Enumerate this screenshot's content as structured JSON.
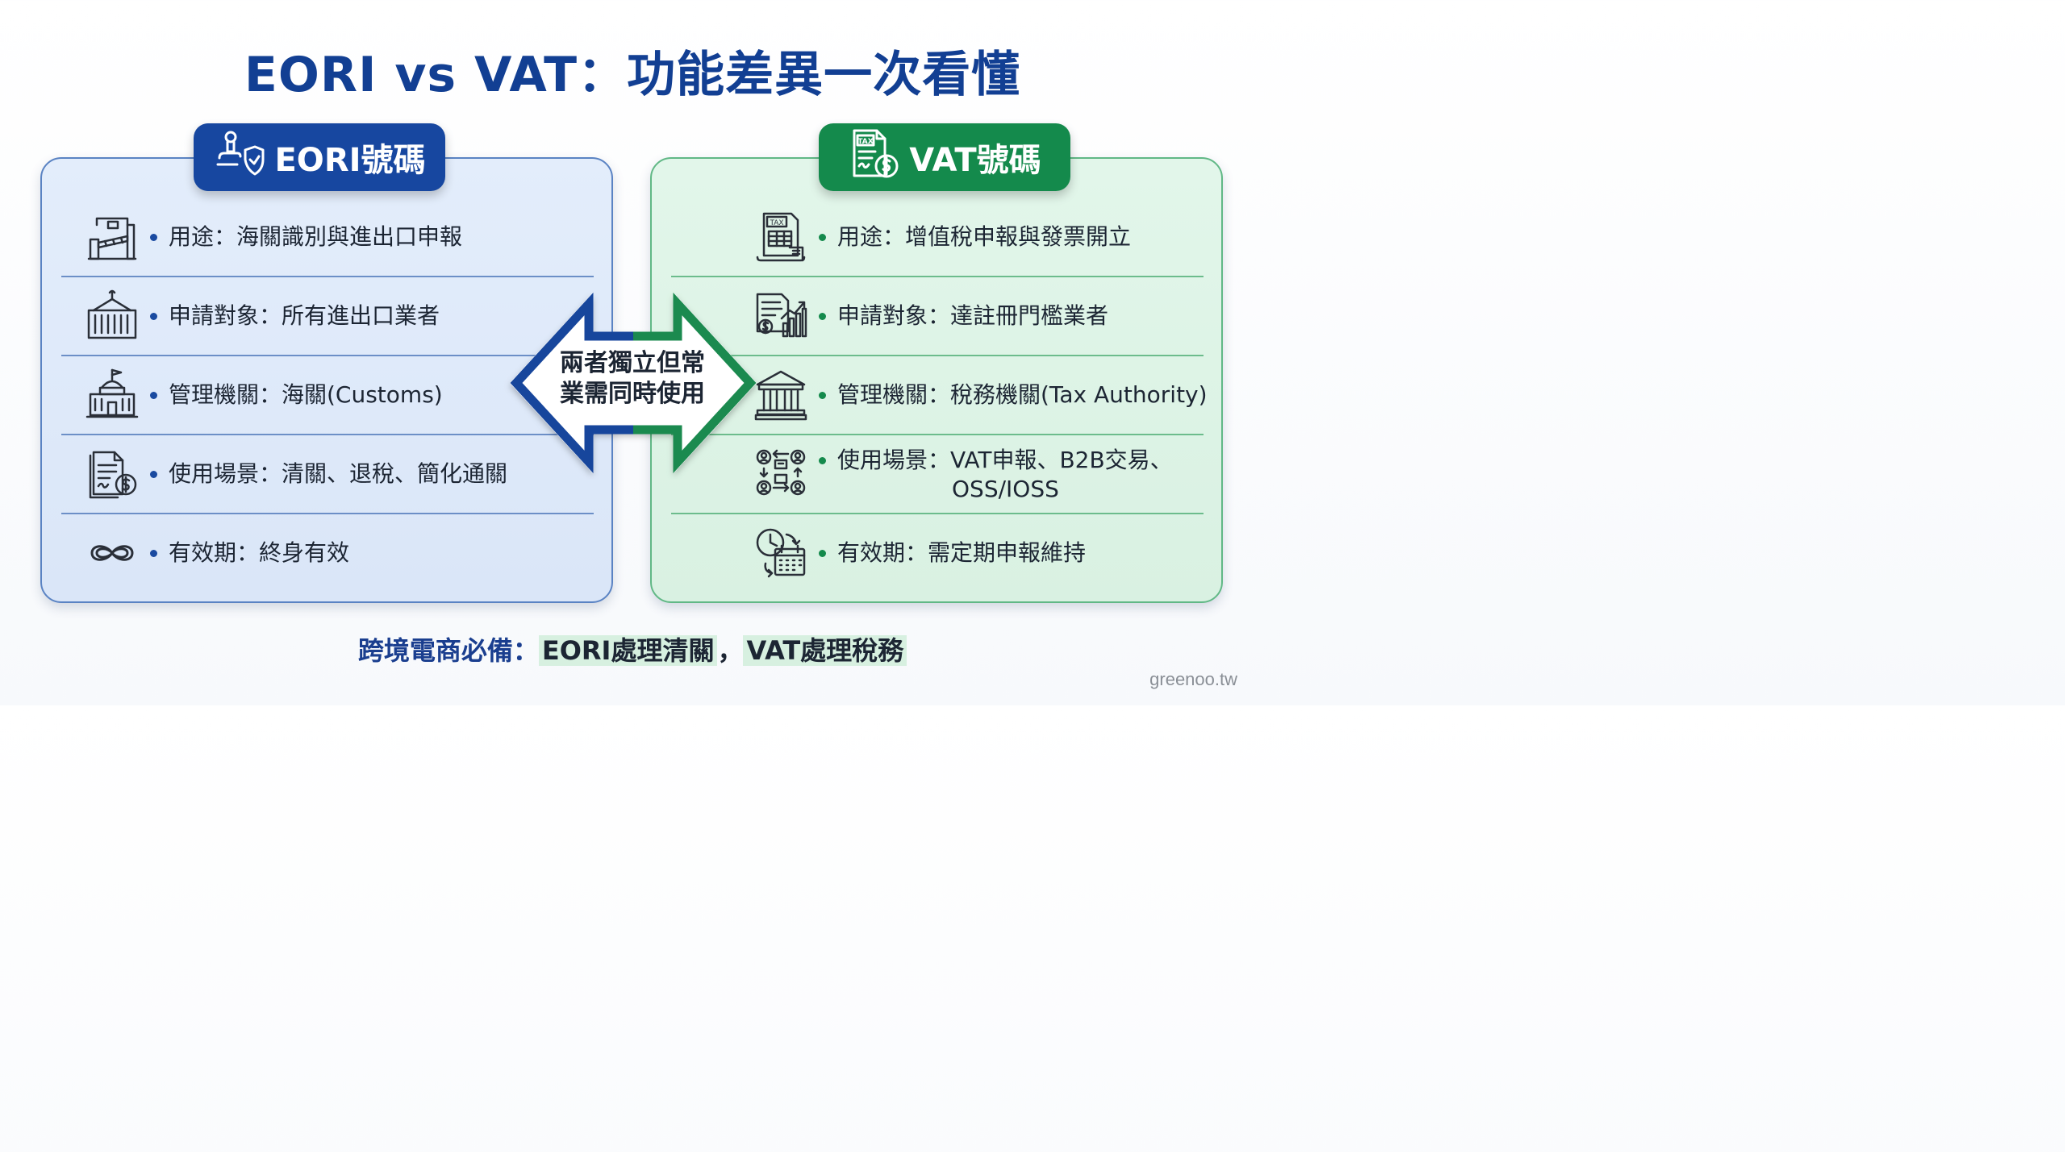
{
  "title": "EORI vs VAT：功能差異一次看懂",
  "colors": {
    "eori_primary": "#1747a0",
    "vat_primary": "#148a4c",
    "eori_panel_bg": "#e3edfb",
    "vat_panel_bg": "#e2f6ea",
    "title_color": "#123f93"
  },
  "eori": {
    "header": "EORI號碼",
    "header_icon": "stamp-shield-icon",
    "rows": [
      {
        "icon": "customs-gate-icon",
        "text": "用途：海關識別與進出口申報"
      },
      {
        "icon": "cargo-container-icon",
        "text": "申請對象：所有進出口業者"
      },
      {
        "icon": "government-building-icon",
        "text": "管理機關：海關(Customs)"
      },
      {
        "icon": "document-dollar-icon",
        "text": "使用場景：清關、退稅、簡化通關"
      },
      {
        "icon": "infinity-icon",
        "text": "有效期：終身有效"
      }
    ]
  },
  "vat": {
    "header": "VAT號碼",
    "header_icon": "tax-document-icon",
    "rows": [
      {
        "icon": "tax-receipt-icon",
        "text": "用途：增值稅申報與發票開立"
      },
      {
        "icon": "report-chart-icon",
        "text": "申請對象：達註冊門檻業者"
      },
      {
        "icon": "bank-building-icon",
        "text": "管理機關：稅務機關(Tax Authority)"
      },
      {
        "icon": "b2b-exchange-icon",
        "text": "使用場景：VAT申報、B2B交易、",
        "text_line2": "OSS/IOSS"
      },
      {
        "icon": "clock-calendar-icon",
        "text": "有效期：需定期申報維持"
      }
    ]
  },
  "center": {
    "line1": "兩者獨立但常",
    "line2": "業需同時使用"
  },
  "footer": {
    "prefix": "跨境電商必備：",
    "part1": "EORI處理清關",
    "separator": "，",
    "part2": "VAT處理稅務"
  },
  "watermark": "greenoo.tw"
}
